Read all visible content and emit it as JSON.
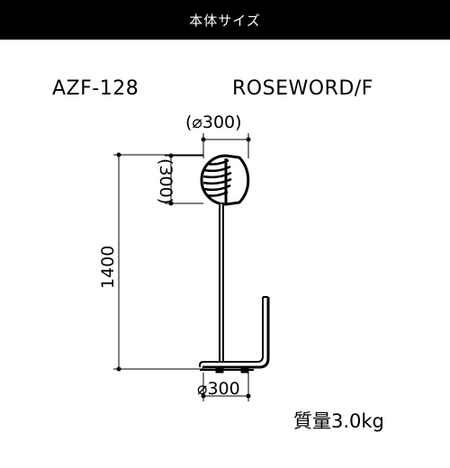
{
  "header": {
    "title": "本体サイズ"
  },
  "product": {
    "model_code": "AZF-128",
    "model_name": "ROSEWORD/F",
    "weight_label": "質量3.0kg"
  },
  "dimensions": {
    "head_width": "(⌀300)",
    "head_height": "(300)",
    "total_height": "1400",
    "base_width": "⌀300"
  }
}
